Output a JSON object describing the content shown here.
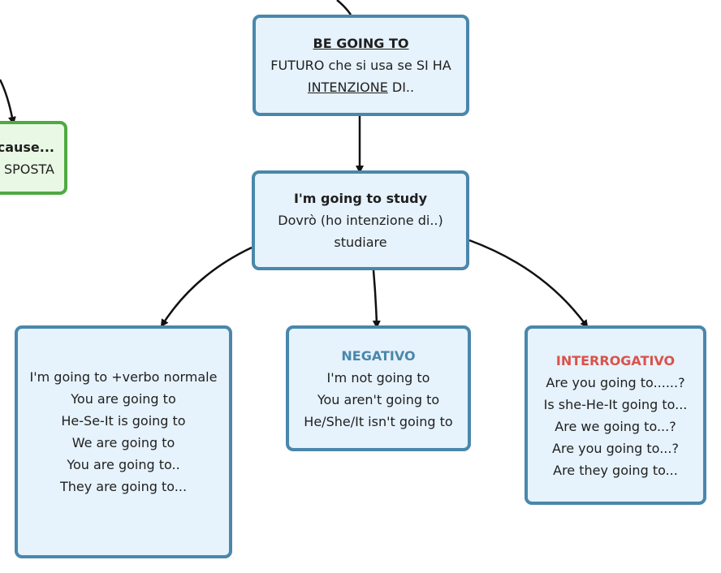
{
  "nodes": {
    "be_going_to": {
      "title": "BE GOING TO",
      "line1": "FUTURO che si usa se SI HA",
      "line2_underlined": "INTENZIONE",
      "line2_rest": " DI.."
    },
    "because": {
      "title": "cause...",
      "line1": "SPOSTA"
    },
    "example": {
      "title": "I'm going to study",
      "line1": "Dovrò (ho intenzione di..)",
      "line2": "studiare"
    },
    "affirmative": {
      "lines": [
        "I'm going to +verbo normale",
        "You are going to",
        "He-Se-It is going to",
        "We are going to",
        "You are going to..",
        "They are going to..."
      ]
    },
    "negative": {
      "title": "NEGATIVO",
      "lines": [
        "I'm not going to",
        "You aren't going to",
        "He/She/It isn't going to"
      ]
    },
    "interrogative": {
      "title": "INTERROGATIVO",
      "lines": [
        "Are you going to......?",
        "Is she-He-It going to...",
        "Are we going to...?",
        "Are you going to...?",
        "Are they going to..."
      ]
    }
  },
  "colors": {
    "node_fill": "#e6f2fc",
    "node_border": "#4a87ab",
    "green_fill": "#e9f8e4",
    "green_border": "#4fa943",
    "negative_title": "#4a87ab",
    "interrogative_title": "#d9534a"
  }
}
